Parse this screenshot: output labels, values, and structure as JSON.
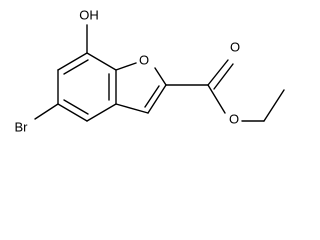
{
  "molecule": {
    "labels": {
      "hydroxyl": "OH",
      "furan_oxygen": "O",
      "carbonyl_oxygen": "O",
      "ester_oxygen": "O",
      "bromine": "Br"
    }
  }
}
